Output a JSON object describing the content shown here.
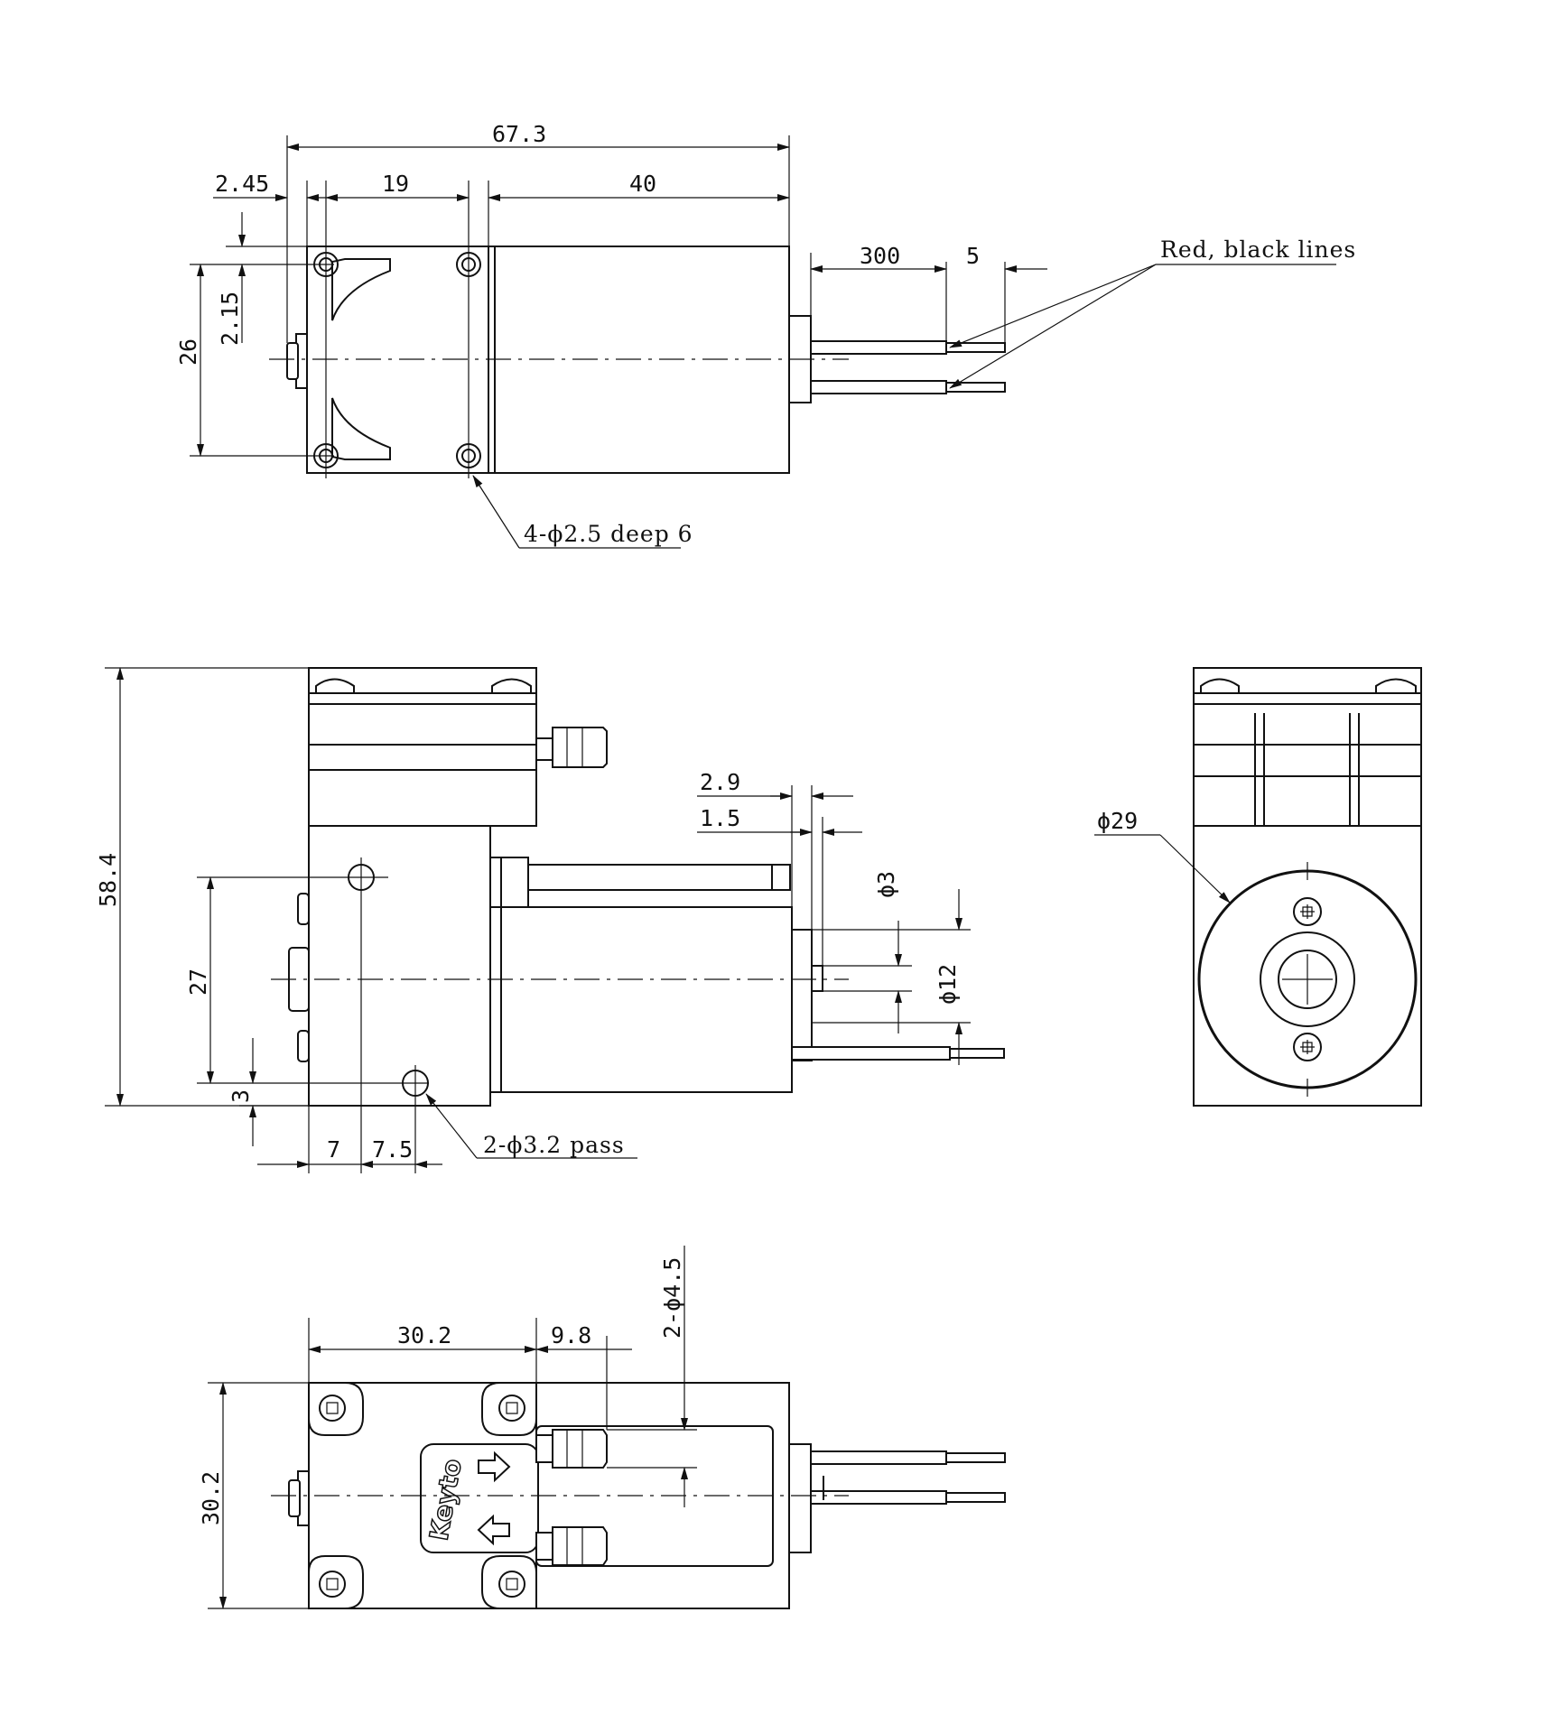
{
  "top_view": {
    "dim_total": "67.3",
    "dim_2_45": "2.45",
    "dim_19": "19",
    "dim_40": "40",
    "dim_2_15": "2.15",
    "dim_26": "26",
    "dim_300": "300",
    "dim_5": "5",
    "wires_label": "Red, black lines",
    "holes_label": "4-ϕ2.5 deep 6"
  },
  "side_view": {
    "dim_58_4": "58.4",
    "dim_27": "27",
    "dim_3": "3",
    "dim_7": "7",
    "dim_7_5": "7.5",
    "dim_2_9": "2.9",
    "dim_1_5": "1.5",
    "dim_phi3": "ϕ3",
    "dim_phi12": "ϕ12",
    "holes_label": "2-ϕ3.2 pass"
  },
  "end_view": {
    "dim_phi29": "ϕ29"
  },
  "bottom_view": {
    "dim_30_2_h": "30.2",
    "dim_9_8": "9.8",
    "dim_phi4_5": "2-ϕ4.5",
    "dim_30_2_v": "30.2",
    "logo": "Keyto"
  }
}
